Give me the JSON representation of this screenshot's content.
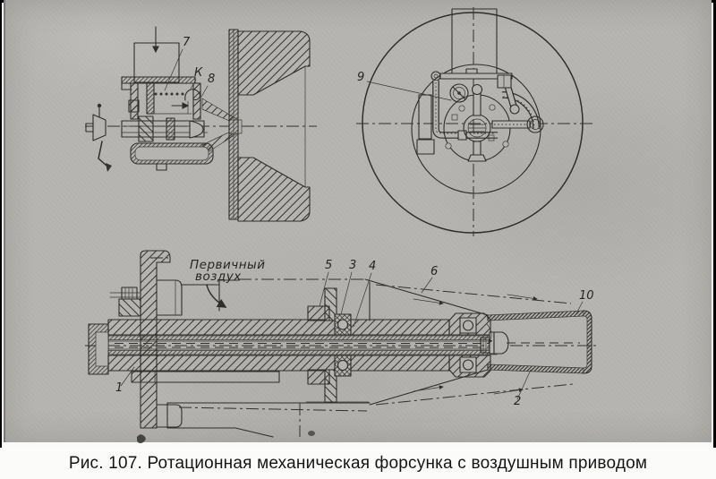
{
  "figure": {
    "caption": "Рис. 107. Ротационная механическая форсунка с воздушным приводом",
    "annotation": {
      "line1": "Первичный",
      "line2": "воздух"
    },
    "part_labels": {
      "p1": "1",
      "p2": "2",
      "p3": "3",
      "p4": "4",
      "p5": "5",
      "p6": "6",
      "p7": "7",
      "p8": "8",
      "p9": "9",
      "p10": "10",
      "k": "К"
    }
  },
  "colors": {
    "paper": "#b5b4b0",
    "ink": "#2f2e29",
    "caption_background": "#fbfbfa",
    "caption_text": "#161616",
    "border": "#000000"
  }
}
